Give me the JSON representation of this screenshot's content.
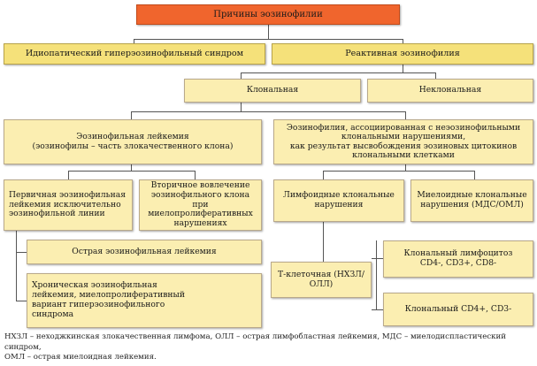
{
  "root": "Причины эозинофилии",
  "idiopathic": "Идиопатический гиперэозинофильный синдром",
  "reactive": "Реактивная эозинофилия",
  "clonal": "Клональная",
  "nonclonal": "Неклональная",
  "eos_leukemia": {
    "line1": "Эозинофильная лейкемия",
    "line2": "(эозинофилы – часть злокачественного клона)"
  },
  "assoc": {
    "line1": "Эозинофилия, ассоциированная с неэозинофильными",
    "line2": "клональными нарушениями,",
    "line3": "как результат высвобождения эозиновых цитокинов",
    "line4": "клональными клетками"
  },
  "primary": {
    "line1": "Первичная эозинофильная",
    "line2": "лейкемия исключительно",
    "line3": "эозинофильной линии"
  },
  "secondary": {
    "line1": "Вторичное вовлечение",
    "line2": "эозинофильного клона при",
    "line3": "миелопролиферативных",
    "line4": "нарушениях"
  },
  "lymphoid": {
    "line1": "Лимфоидные клональные",
    "line2": "нарушения"
  },
  "myeloid": {
    "line1": "Миелоидные клональные",
    "line2": "нарушения (МДС/ОМЛ)"
  },
  "acute": "Острая эозинофильная лейкемия",
  "chronic": {
    "line1": "Хроническая эозинофильная",
    "line2": "лейкемия, миелопролиферативный",
    "line3": "вариант гиперэозинофильного",
    "line4": "синдрома"
  },
  "clonal_lymphocytosis": {
    "line1": "Клональный лимфоцитоз",
    "line2": "CD4-, CD3+, CD8-"
  },
  "tcell": "Т-клеточная (НХЗЛ/ОЛЛ)",
  "clonal_cd4": "Клональный CD4+, CD3-",
  "footnote": {
    "line1": "НХЗЛ – неходжкинская злокачественная лимфома, ОЛЛ – острая лимфобластная лейкемия, МДС – миелодиспластический синдром,",
    "line2": "ОМЛ – острая миелоидная лейкемия."
  },
  "colors": {
    "root_fill": "#f0652d",
    "level1_fill": "#f5e17a",
    "box_fill": "#fbeeb1",
    "connector": "#555555"
  }
}
